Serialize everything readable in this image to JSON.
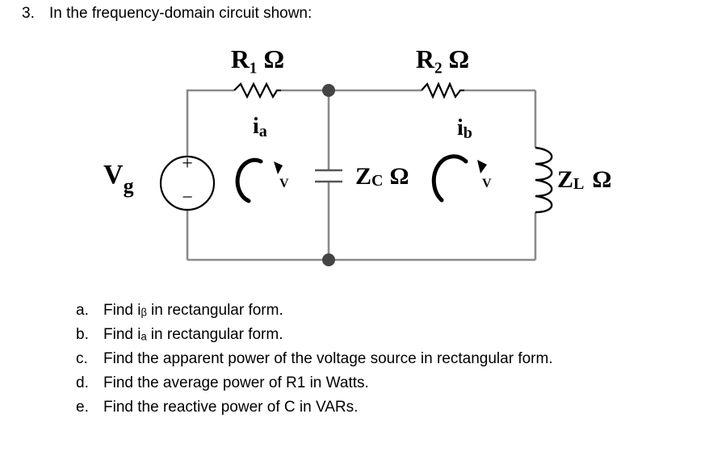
{
  "question": {
    "number": "3.",
    "text": "In the frequency-domain circuit shown:"
  },
  "circuit": {
    "r1_label": "R₁ Ω",
    "r2_label": "R₂ Ω",
    "vg_label": "V",
    "vg_sub": "g",
    "plus": "+",
    "minus": "−",
    "ia_label": "i",
    "ia_sub": "a",
    "ib_label": "i",
    "ib_sub": "b",
    "loop_a_v": "V",
    "loop_b_v": "V",
    "zc_label": "Z",
    "zc_sub": "C",
    "zc_unit": "Ω",
    "zl_label": "Z",
    "zl_sub": "L",
    "zl_unit": "Ω"
  },
  "parts": [
    {
      "letter": "a.",
      "text": "Find iᵦ in rectangular form."
    },
    {
      "letter": "b.",
      "text": "Find iₐ in rectangular form."
    },
    {
      "letter": "c.",
      "text": "Find the apparent power of the voltage source in rectangular form."
    },
    {
      "letter": "d.",
      "text": "Find the average power of R1 in Watts."
    },
    {
      "letter": "e.",
      "text": "Find the reactive power of C in VARs."
    }
  ]
}
